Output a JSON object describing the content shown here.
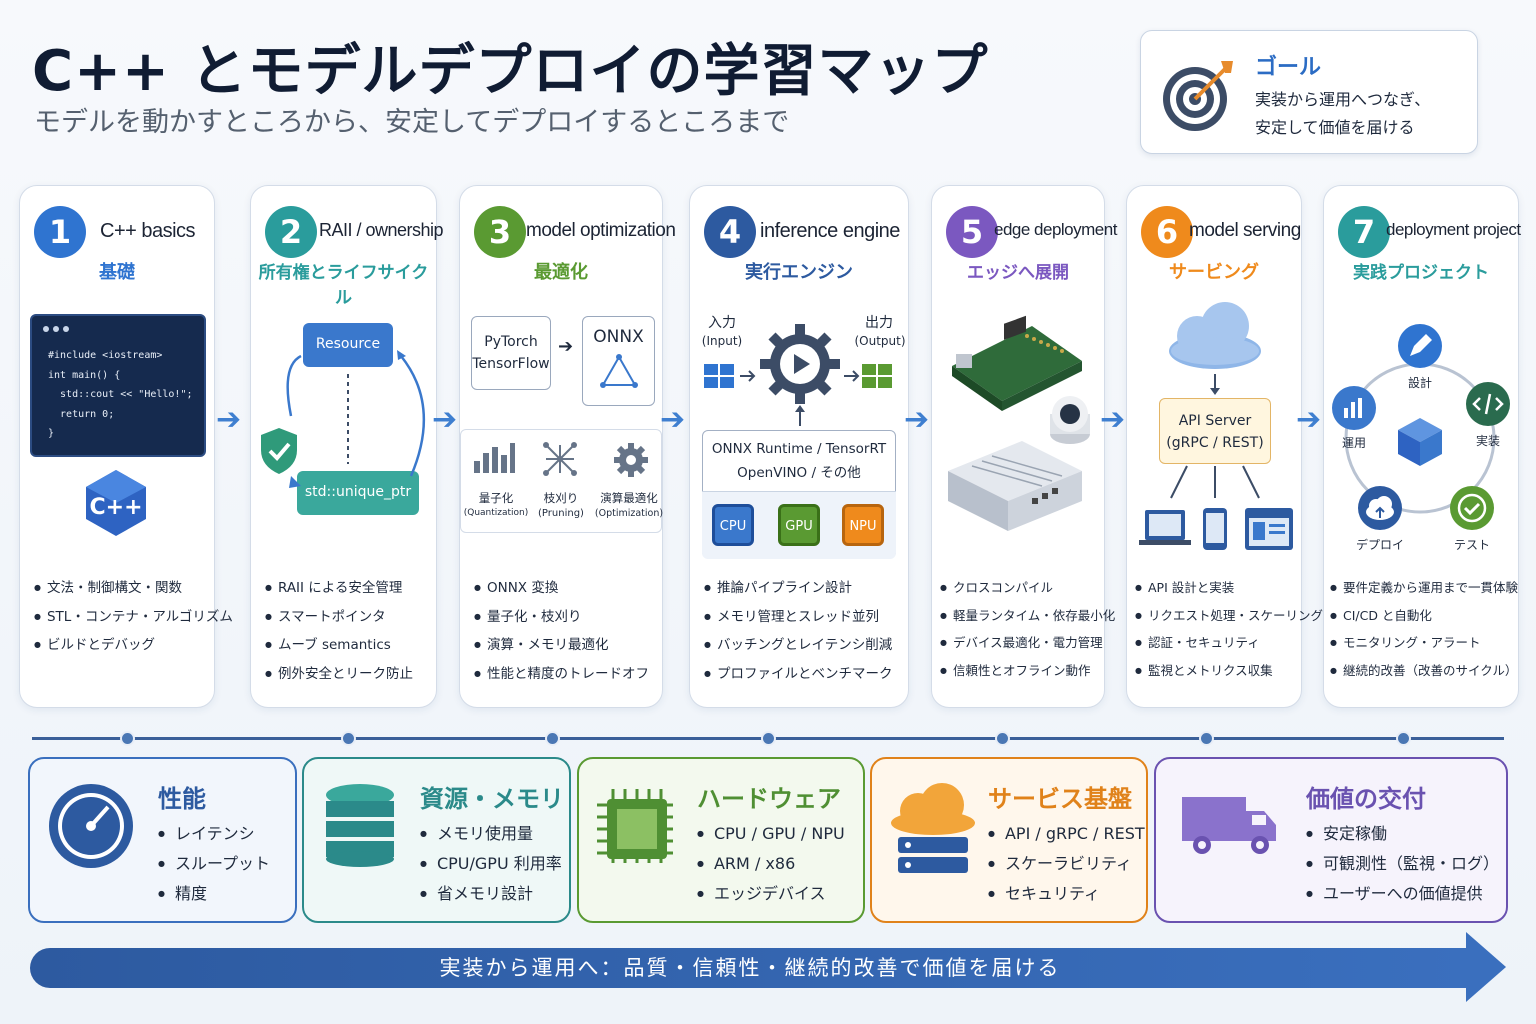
{
  "header": {
    "title": "C++ とモデルデプロイの学習マップ",
    "subtitle": "モデルを動かすところから、安定してデプロイするところまで"
  },
  "goal": {
    "label": "ゴール",
    "line1": "実装から運用へつなぎ、",
    "line2": "安定して価値を届ける"
  },
  "steps": [
    {
      "num": "1",
      "title": "C++ basics",
      "subtitle": "基礎",
      "bullets": [
        "文法・制御構文・関数",
        "STL・コンテナ・アルゴリズム",
        "ビルドとデバッグ"
      ],
      "code": [
        "#include <iostream>",
        "int main() {",
        "  std::cout << \"Hello!\";",
        "  return 0;",
        "}"
      ],
      "logo": "C++"
    },
    {
      "num": "2",
      "title": "RAII / ownership",
      "subtitle": "所有権とライフサイクル",
      "bullets": [
        "RAII による安全管理",
        "スマートポインタ",
        "ムーブ semantics",
        "例外安全とリーク防止"
      ],
      "resource": "Resource",
      "ptr": "std::unique_ptr"
    },
    {
      "num": "3",
      "title": "model optimization",
      "subtitle": "最適化",
      "bullets": [
        "ONNX 変換",
        "量子化・枝刈り",
        "演算・メモリ最適化",
        "性能と精度のトレードオフ"
      ],
      "fw1": "PyTorch",
      "fw2": "TensorFlow",
      "onnx": "ONNX",
      "techs": [
        {
          "jp": "量子化",
          "en": "(Quantization)"
        },
        {
          "jp": "枝刈り",
          "en": "(Pruning)"
        },
        {
          "jp": "演算最適化",
          "en": "(Optimization)"
        }
      ]
    },
    {
      "num": "4",
      "title": "inference engine",
      "subtitle": "実行エンジン",
      "bullets": [
        "推論パイプライン設計",
        "メモリ管理とスレッド並列",
        "バッチングとレイテンシ削減",
        "プロファイルとベンチマーク"
      ],
      "input_jp": "入力",
      "input_en": "(Input)",
      "output_jp": "出力",
      "output_en": "(Output)",
      "runtime1": "ONNX Runtime / TensorRT",
      "runtime2": "OpenVINO / その他",
      "chips": [
        "CPU",
        "GPU",
        "NPU"
      ]
    },
    {
      "num": "5",
      "title": "edge deployment",
      "subtitle": "エッジへ展開",
      "bullets": [
        "クロスコンパイル",
        "軽量ランタイム・依存最小化",
        "デバイス最適化・電力管理",
        "信頼性とオフライン動作"
      ]
    },
    {
      "num": "6",
      "title": "model serving",
      "subtitle": "サービング",
      "bullets": [
        "API 設計と実装",
        "リクエスト処理・スケーリング",
        "認証・セキュリティ",
        "監視とメトリクス収集"
      ],
      "api1": "API Server",
      "api2": "(gRPC / REST)"
    },
    {
      "num": "7",
      "title": "deployment project",
      "subtitle": "実践プロジェクト",
      "bullets": [
        "要件定義から運用まで一貫体験",
        "CI/CD と自動化",
        "モニタリング・アラート",
        "継続的改善（改善のサイクル）"
      ],
      "cycle": [
        "設計",
        "実装",
        "テスト",
        "デプロイ",
        "運用"
      ]
    }
  ],
  "pillars": [
    {
      "title": "性能",
      "items": [
        "レイテンシ",
        "スループット",
        "精度"
      ],
      "color": "#2d5aa0"
    },
    {
      "title": "資源・メモリ",
      "items": [
        "メモリ使用量",
        "CPU/GPU 利用率",
        "省メモリ設計"
      ],
      "color": "#2b8a8a"
    },
    {
      "title": "ハードウェア",
      "items": [
        "CPU / GPU / NPU",
        "ARM / x86",
        "エッジデバイス"
      ],
      "color": "#4f8f33"
    },
    {
      "title": "サービス基盤",
      "items": [
        "API / gRPC / REST",
        "スケーラビリティ",
        "セキュリティ"
      ],
      "color": "#e0821a"
    },
    {
      "title": "価値の交付",
      "items": [
        "安定稼働",
        "可観測性（監視・ログ）",
        "ユーザーへの価値提供"
      ],
      "color": "#6a52b0"
    }
  ],
  "banner": "実装から運用へ：品質・信頼性・継続的改善で価値を届ける",
  "colors": {
    "step1": "#2f74d0",
    "step2": "#2a9c9c",
    "step3": "#5a9a32",
    "step4": "#2d5aa0",
    "step5": "#7b58c0",
    "step6": "#ef8a1c",
    "step7": "#2a9c9c"
  }
}
